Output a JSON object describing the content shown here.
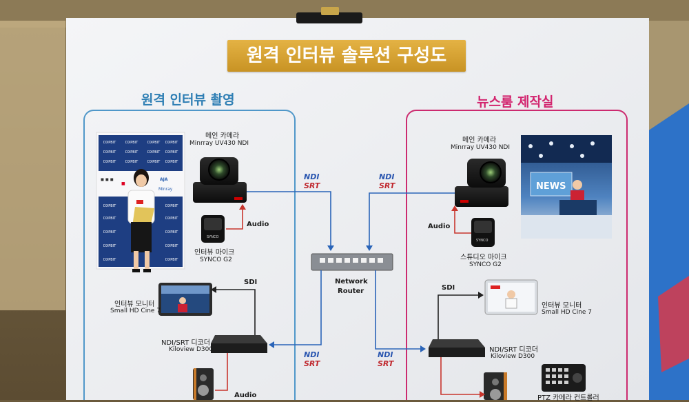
{
  "board": {
    "title": "원격 인터뷰 솔루션 구성도",
    "left_section": "원격 인터뷰 촬영",
    "right_section": "뉴스룸 제작실"
  },
  "left": {
    "camera_name": "메인 카메라",
    "camera_model": "Minrray UV430 NDI",
    "mic_name": "인터뷰 마이크",
    "mic_model": "SYNCO G2",
    "audio": "Audio",
    "sdi": "SDI",
    "monitor_name": "인터뷰 모니터",
    "monitor_model": "Small HD Cine 7",
    "decoder_name": "NDI/SRT 디코더",
    "decoder_model": "Kiloview D300",
    "audio_bottom": "Audio"
  },
  "right": {
    "camera_name": "메인 카메라",
    "camera_model": "Minrray UV430 NDI",
    "mic_name": "스튜디오 마이크",
    "mic_model": "SYNCO G2",
    "audio": "Audio",
    "sdi": "SDI",
    "monitor_name": "인터뷰 모니터",
    "monitor_model": "Small HD Cine 7",
    "decoder_name": "NDI/SRT 디코더",
    "decoder_model": "Kiloview D300",
    "ptz_name": "PTZ 카메라 컨트롤러"
  },
  "center": {
    "router_line1": "Network",
    "router_line2": "Router",
    "ndi": "NDI",
    "srt": "SRT"
  },
  "backdrop_logos": {
    "brand1": "DXPBIT",
    "brand2": "AJA",
    "brand3": "Minray"
  },
  "device_logo": "SYNCO",
  "news_logo": "NEWS",
  "colors": {
    "board": "#eef0f3",
    "title_gold": "#d4a233",
    "left_frame": "#4f97c9",
    "right_frame": "#cc2a6f",
    "wire_blue": "#2a64b8",
    "wire_red": "#c8352d",
    "wire_black": "#222222",
    "ndi_text": "#2a56b0",
    "srt_text": "#c0282e",
    "wall_blue": "#2d72c8"
  }
}
